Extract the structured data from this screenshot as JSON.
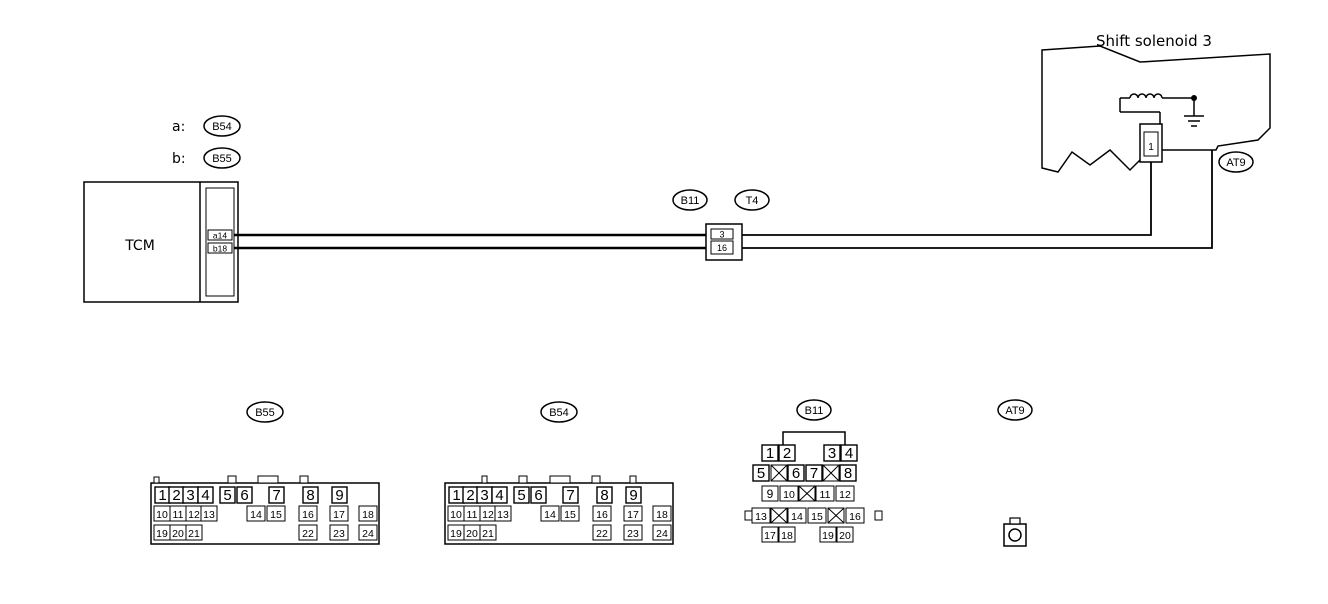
{
  "title": "Shift solenoid 3",
  "tcm": {
    "label": "TCM",
    "pins": [
      "a14",
      "b18"
    ]
  },
  "connector_refs": [
    {
      "prefix": "a:",
      "id": "B54"
    },
    {
      "prefix": "b:",
      "id": "B55"
    }
  ],
  "junction": {
    "ids": [
      "B11",
      "T4"
    ],
    "pins": [
      "3",
      "16"
    ]
  },
  "solenoid_connector": {
    "id": "AT9",
    "pin": "1"
  },
  "connectors": {
    "b55": {
      "id": "B55",
      "rows": [
        [
          "1",
          "2",
          "3",
          "4",
          "5",
          "6",
          "7",
          "8",
          "9"
        ],
        [
          "10",
          "11",
          "12",
          "13",
          "14",
          "15",
          "16",
          "17",
          "18"
        ],
        [
          "19",
          "20",
          "21",
          "22",
          "23",
          "24"
        ]
      ]
    },
    "b54": {
      "id": "B54",
      "rows": [
        [
          "1",
          "2",
          "3",
          "4",
          "5",
          "6",
          "7",
          "8",
          "9"
        ],
        [
          "10",
          "11",
          "12",
          "13",
          "14",
          "15",
          "16",
          "17",
          "18"
        ],
        [
          "19",
          "20",
          "21",
          "22",
          "23",
          "24"
        ]
      ]
    },
    "b11": {
      "id": "B11",
      "rows": [
        [
          "1",
          "2",
          "3",
          "4"
        ],
        [
          "5",
          "6",
          "7",
          "8"
        ],
        [
          "9",
          "10",
          "11",
          "12"
        ],
        [
          "13",
          "14",
          "15",
          "16"
        ],
        [
          "17",
          "18",
          "19",
          "20"
        ]
      ]
    },
    "at9": {
      "id": "AT9"
    }
  }
}
